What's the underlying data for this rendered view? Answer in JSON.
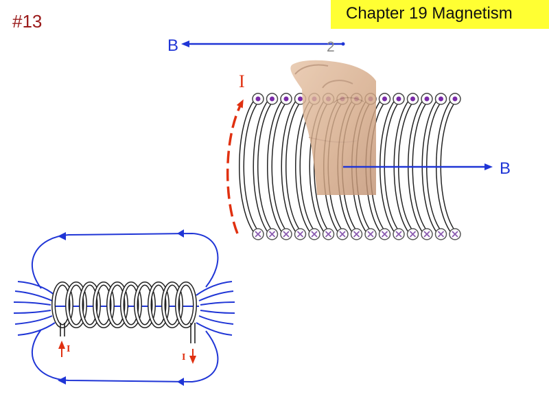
{
  "slide": {
    "number": "#13"
  },
  "header": {
    "title": "Chapter 19 Magnetism"
  },
  "diagram_top": {
    "field_label_left": "B",
    "point_label": "2",
    "current_label": "I",
    "field_label_right": "B"
  },
  "diagram_bottom": {
    "current_label_left": "I",
    "current_label_right": "I"
  },
  "colors": {
    "field": "#1f35d6",
    "current": "#e03010",
    "title_red": "#9a1a1a",
    "banner": "#ffff33",
    "dot_purple": "#7a2aa8",
    "cross_purple": "#8a5ab0"
  }
}
